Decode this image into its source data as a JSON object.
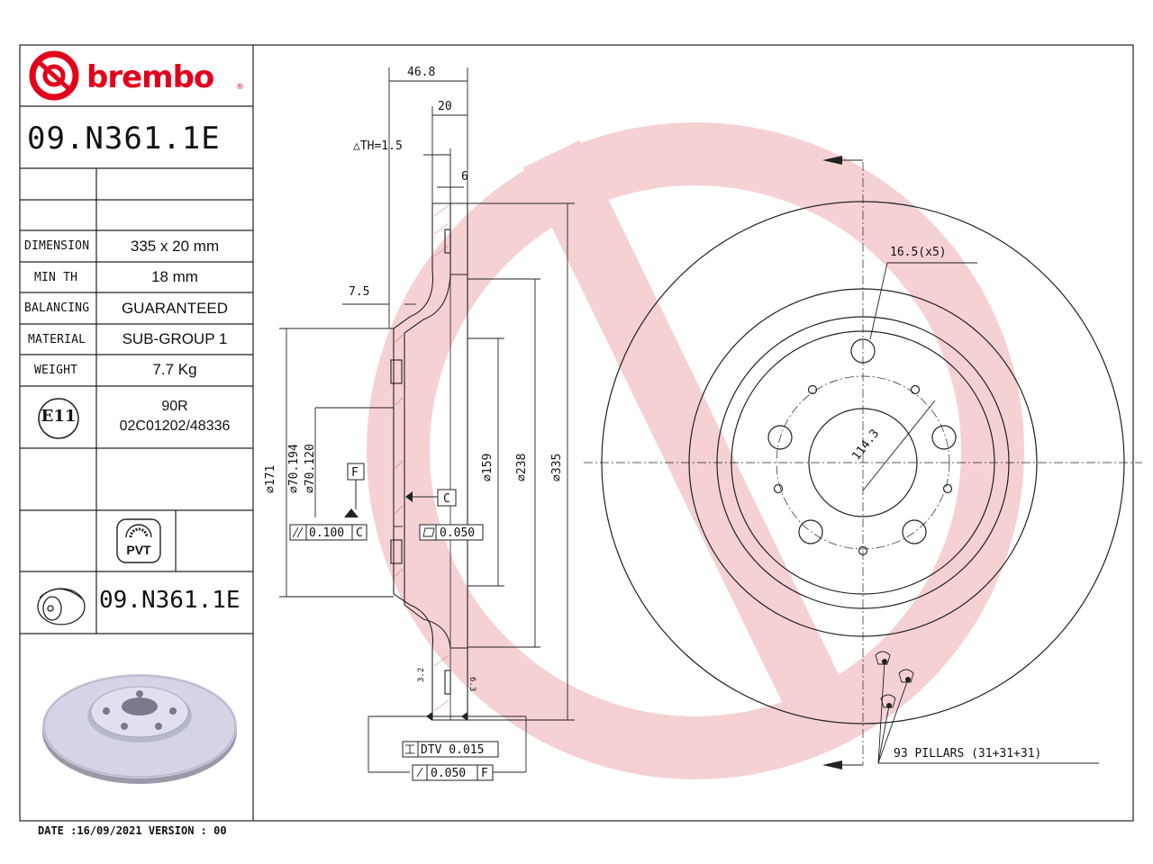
{
  "brand": {
    "name": "brembo",
    "registered": "®",
    "color": "#e3001b"
  },
  "part_number": "09.N361.1E",
  "specs": [
    {
      "label": "DIMENSION",
      "value": "335 x 20 mm"
    },
    {
      "label": "MIN TH",
      "value": "18 mm"
    },
    {
      "label": "BALANCING",
      "value": "GUARANTEED"
    },
    {
      "label": "MATERIAL",
      "value": "SUB-GROUP 1"
    },
    {
      "label": "WEIGHT",
      "value": "7.7 Kg"
    }
  ],
  "approval": {
    "mark": "E11",
    "line1": "90R",
    "line2": "02C01202/48336"
  },
  "pvt_label": "PVT",
  "footer": {
    "date_label": "DATE :",
    "date": "16/09/2021",
    "version_label": "VERSION :",
    "version": "00"
  },
  "dims": {
    "total_height": "46.8",
    "thickness": "20",
    "th_tolerance": "△TH=1.5",
    "six": "6",
    "hat_offset": "7.5",
    "d171": "⌀171",
    "d70194": "⌀70.194",
    "d70120": "⌀70.120",
    "d159": "⌀159",
    "d238": "⌀238",
    "d335": "⌀335",
    "datum_f": "F",
    "datum_c": "C",
    "tol_parallel": "0.100",
    "tol_parallel_datum": "C",
    "tol_flat": "0.050",
    "dtv": "DTV 0.015",
    "runout": "0.050",
    "runout_datum": "F",
    "roughness_1": "3.2",
    "roughness_2": "6.3",
    "bolt_holes": "16.5(x5)",
    "pcd": "114.3",
    "pillars": "93 PILLARS (31+31+31)"
  }
}
